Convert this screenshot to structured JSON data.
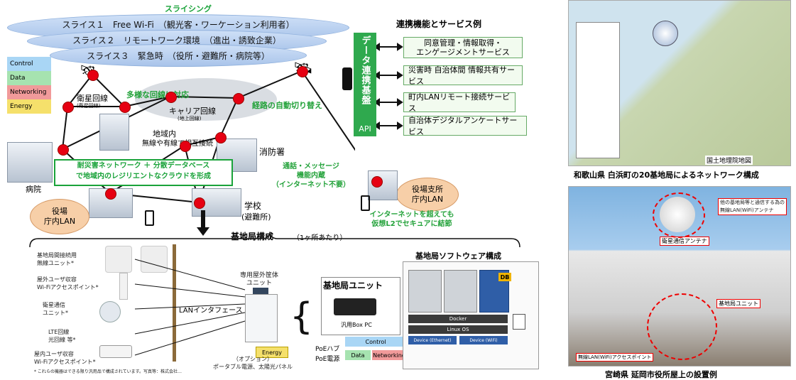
{
  "slicing": {
    "title": "スライシング",
    "slices": [
      "スライス１　Free Wi-Fi　（観光客・ワーケーション利用者）",
      "スライス２　リモートワーク環境　（進出・誘致企業）",
      "スライス３　緊急時　（役所・避難所・病院等）"
    ]
  },
  "layers": [
    "Control",
    "Data",
    "Networking",
    "Energy"
  ],
  "layer_colors": {
    "Control": "#a9d6f5",
    "Data": "#a6e3b0",
    "Networking": "#f19a9a",
    "Energy": "#f5e06b"
  },
  "network": {
    "satellite_line": "衛星回線",
    "satellite_line_sub": "(衛星回線)",
    "multi_line": "多様な回線に対応",
    "auto_switch": "経路の自動切り替え",
    "carrier_line": "キャリア回線",
    "carrier_line_sub": "(地上回線)",
    "regional": "地域内",
    "regional_sub": "無線や有線で相互接続",
    "fire_station": "消防署",
    "hospital": "病院",
    "resilient_line1": "耐災害ネットワーク ＋ 分散データベース",
    "resilient_line2": "で地域内のレジリエントなクラウドを形成",
    "messaging1": "通話・メッセージ",
    "messaging2": "機能内蔵",
    "messaging3": "（インターネット不要）",
    "town_hall": "役場",
    "town_hall_sub": "庁内LAN",
    "school": "学校",
    "school_sub": "(避難所)",
    "branch_office": "役場支所",
    "branch_office_sub": "庁内LAN",
    "vpn1": "インターネットを超えても",
    "vpn2": "仮想L2でセキュアに結節"
  },
  "services": {
    "title": "連携機能とサービス例",
    "platform": "データ連携基盤",
    "api": "API",
    "items": [
      "同意管理・情報取得・\nエンゲージメントサービス",
      "災害時 自治体間 情報共有サービス",
      "町内LANリモート接続サービス",
      "自治体デジタルアンケートサービス"
    ]
  },
  "base_station": {
    "title": "基地局構成",
    "per_site": "（1ヶ所あたり）",
    "hw_labels": [
      "基地局間接続用\n無線ユニット*",
      "屋外ユーザ収容\nWi-Fiアクセスポイント*",
      "衛星通信\nユニット*",
      "LTE回線\n光回線 等*",
      "屋内ユーザ収容\nWi-Fiアクセスポイント*"
    ],
    "footnote": "* これらの機器はできる限り汎用品で構成されています。写真等：株式会社…",
    "lan_interface": "LANインタフェース",
    "outdoor_unit": "専用屋外筐体\nユニット",
    "optional": "（オプション）\nポータブル電源、太陽光パネル",
    "energy": "Energy",
    "base_unit": "基地局ユニット",
    "generic_pc": "汎用Box PC",
    "poe1": "PoEハブ",
    "poe2": "PoE電源",
    "control": "Control",
    "data": "Data",
    "networking": "Networking"
  },
  "software": {
    "title": "基地局ソフトウェア構成",
    "db": "DB",
    "docker": "Docker",
    "os": "Linux OS",
    "dev1": "Device (Ethernet)",
    "dev2": "Device (WiFi)"
  },
  "photos": {
    "map_credit": "国土地理院地図",
    "map_caption": "和歌山県 白浜町の20基地局によるネットワーク構成",
    "roof_label1": "衛星通信アンテナ",
    "roof_label2": "他の基地局等と通信する為の\n無線LAN(WiFi)アンテナ",
    "roof_label3": "基地局ユニット",
    "roof_label4": "無線LAN(WiFi)アクセスポイント",
    "roof_caption": "宮崎県 延岡市役所屋上の設置例"
  }
}
